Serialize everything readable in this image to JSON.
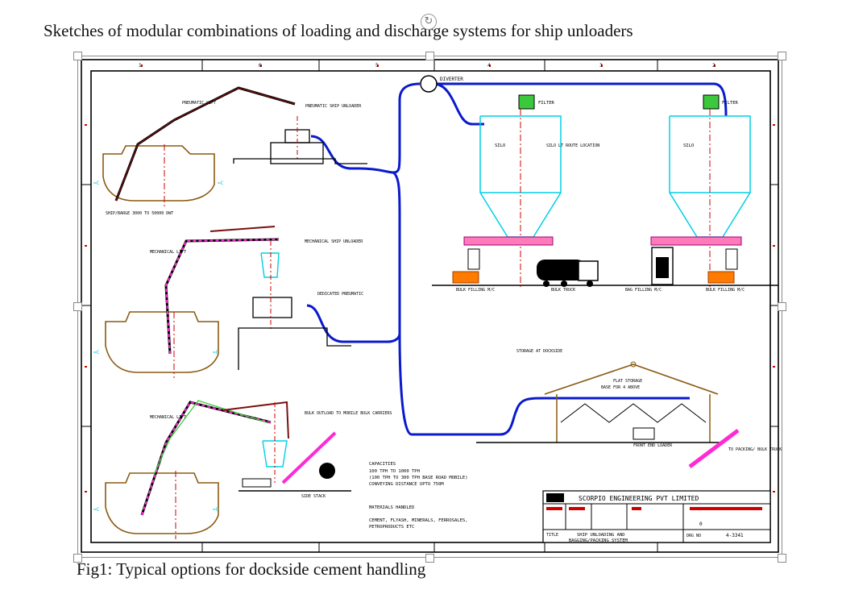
{
  "document": {
    "heading": "Sketches of modular combinations of loading and discharge systems for ship unloaders",
    "caption": "Fig1: Typical options for dockside cement handling"
  },
  "drawing": {
    "border_numbers": [
      "6",
      "5",
      "4",
      "3",
      "2",
      "1"
    ],
    "labels": {
      "diverter": "DIVERTER",
      "filter": "FILTER",
      "silo": "SILO",
      "silo_level": "SILO LT ROUTE LOCATION",
      "pneumatic_lift": "PNEUMATIC LIFT",
      "pneumatic_unloader": "PNEUMATIC SHIP UNLOADER",
      "ship_barge": "SHIP/BARGE 3000 TO 50000 DWT",
      "mechanical_lift_1": "MECHANICAL LIFT",
      "mechanical_unloader": "MECHANICAL SHIP UNLOADER",
      "dedicated_pneumatic": "DEDICATED PNEUMATIC",
      "bulk_filling_1": "BULK FILLING M/C",
      "bulk_truck_1": "BULK TRUCK",
      "bag_filling": "BAG FILLING M/C",
      "bulk_filling_2": "BULK FILLING M/C",
      "storage_at_dockside": "STORAGE AT DOCKSIDE",
      "flat_storage": "FLAT STORAGE",
      "flat_storage_sub": "BASE FOR 4 ABOVE",
      "mechanical_lift_2": "MECHANICAL LIFT",
      "bulk_outload": "BULK OUTLOAD TO MOBILE BULK CARRIERS",
      "front_end_loader": "FRONT END LOADER",
      "to_packing": "TO PACKING/ BULK TRUCK",
      "side_stack": "SIDE STACK",
      "capacities_title": "CAPACITIES",
      "capacities_1": "100 TPH TO 1000 TPH",
      "capacities_2": "(100 TPH TO 300 TPH BASE ROAD MOBILE)",
      "capacities_3": "CONVEYING DISTANCE UPTO 750M",
      "materials_title": "MATERIALS HANDLED",
      "materials_1": "CEMENT, FLYASH, MINERALS, FERROSALES,",
      "materials_2": "PETROPRODUCTS ETC",
      "company": "SCORPIO ENGINEERING PVT LIMITED",
      "title_block_title_label": "TITLE",
      "title_block_title_1": "SHIP UNLOADING AND",
      "title_block_title_2": "BAGGING/PACKING SYSTEM",
      "title_block_code": "4-3341",
      "title_block_drg": "DRG NO",
      "title_block_rev": "0"
    }
  }
}
